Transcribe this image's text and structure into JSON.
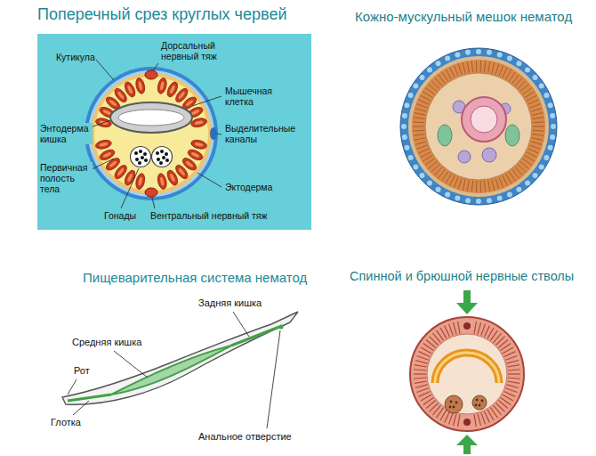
{
  "diagram": {
    "nodes": [
      {
        "text": [
          "Поперечный срез круглых червей"
        ]
      }
    ],
    "labels": [
      "Дорсальный нервный тяж",
      "Кутикула",
      "Мышечная клетка",
      "Выделительные каналы",
      "Энтодерма кишка",
      "Первичная полость тела",
      "Эктодерма",
      "Гонады",
      "Вентральный нервный тяж",
      "Кожно-мускульный мешок нематод",
      "Пищеварительная система нематод",
      "Задняя кишка",
      "Средняя кишка",
      "Рот",
      "Глотка",
      "Анальное отверстие",
      "Спинной и брюшной нервные стволы"
    ]
  }
}
